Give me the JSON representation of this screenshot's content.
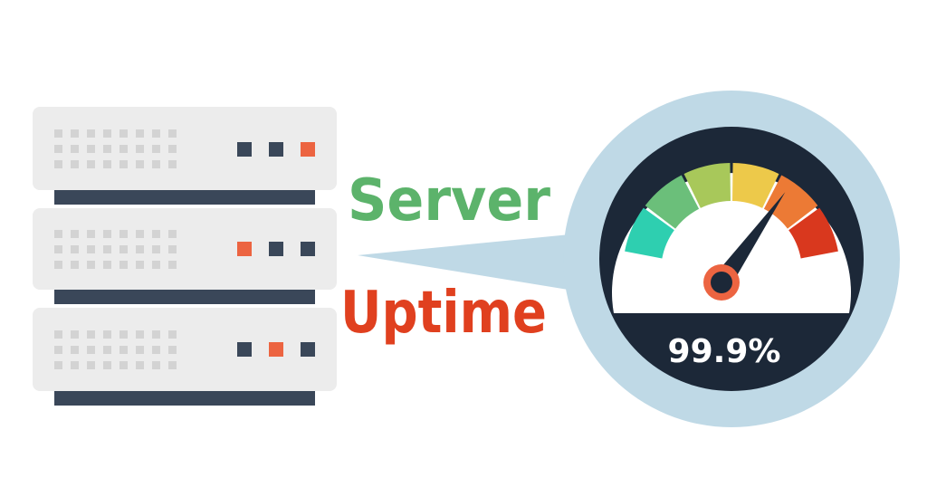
{
  "headline": {
    "word_1": "Server",
    "word_2": "Uptime"
  },
  "gauge": {
    "readout": "99.9%",
    "level_fraction": 0.72
  },
  "server_rack": {
    "unit_count": 3
  },
  "colors": {
    "word_1": "#5cb36b",
    "word_2": "#e0401f",
    "bubble": "#bfd9e6",
    "gauge_body": "#1c2838",
    "rack_panel": "#ececec",
    "rack_foot": "#3a4759",
    "indicator_dark": "#3a4759",
    "indicator_accent": "#ec6441"
  }
}
